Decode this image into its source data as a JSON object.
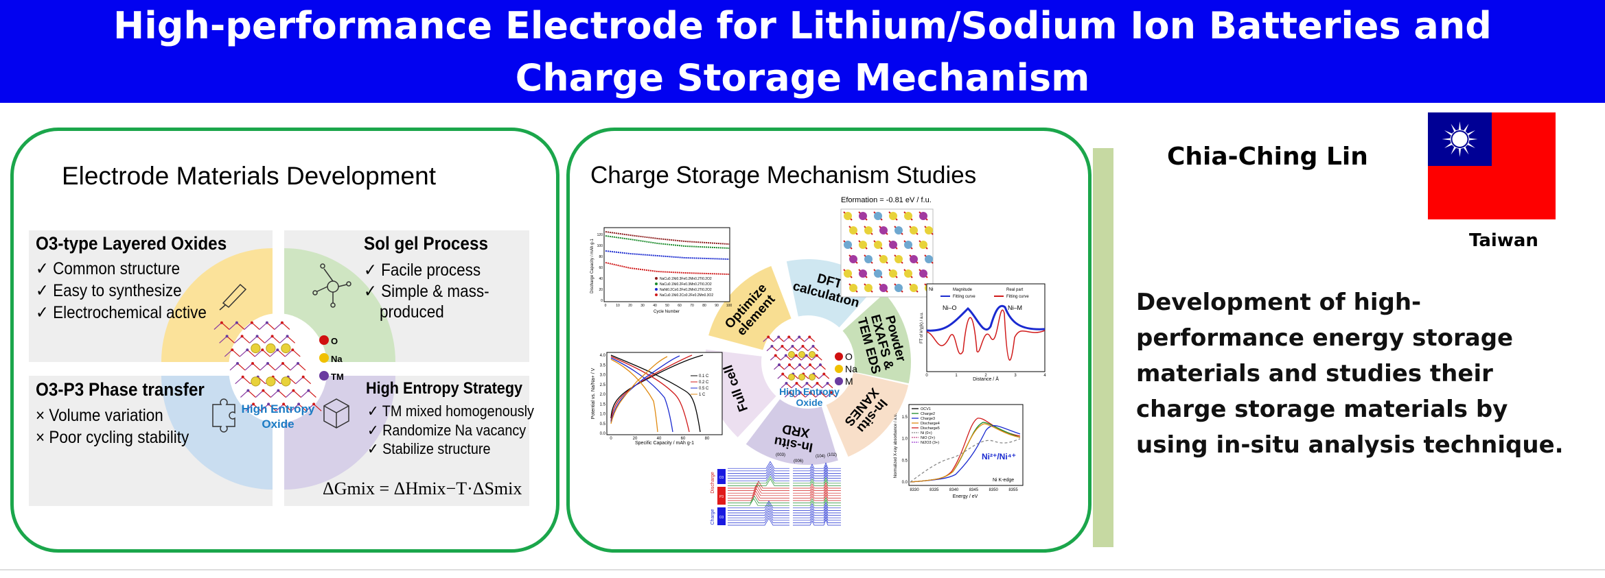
{
  "header": {
    "title_line1": "High-performance Electrode for Lithium/Sodium Ion Batteries and",
    "title_line2": "Charge Storage Mechanism"
  },
  "panel1": {
    "title": "Electrode Materials Development",
    "q_tl": {
      "heading": "O3-type Layered Oxides",
      "items": [
        "✓ Common structure",
        "✓ Easy to synthesize",
        "✓ Electrochemical active"
      ]
    },
    "q_tr": {
      "heading": "Sol gel Process",
      "items": [
        "✓ Facile process",
        "✓ Simple & mass-",
        "produced"
      ]
    },
    "q_bl": {
      "heading": "O3-P3 Phase transfer",
      "items": [
        "× Volume variation",
        "× Poor cycling stability"
      ]
    },
    "q_br": {
      "heading": "High Entropy Strategy",
      "items": [
        "✓ TM mixed homogenously",
        "✓ Randomize Na vacancy",
        "✓ Stabilize structure"
      ]
    },
    "legend": [
      "O",
      "Na",
      "TM"
    ],
    "center_label": [
      "High Entropy",
      "Oxide"
    ],
    "equation": "ΔGmix = ΔHmix−T·ΔSmix",
    "colors": {
      "yellow": "#fbe29a",
      "green": "#cfe5c2",
      "blue": "#c9ddf0",
      "purple": "#d7d0e8"
    }
  },
  "panel2": {
    "title": "Charge Storage Mechanism Studies",
    "wheel": [
      {
        "label": [
          "DFT",
          "calculation"
        ],
        "color": "#cfe7f1"
      },
      {
        "label": [
          "Powder",
          "EXAFS &",
          "TEM EDS"
        ],
        "color": "#c8e0b8"
      },
      {
        "label": [
          "In-situ",
          "XANES"
        ],
        "color": "#f8dfc9"
      },
      {
        "label": [
          "In-situ",
          "XRD"
        ],
        "color": "#d3cbe6"
      },
      {
        "label": [
          "Full cell"
        ],
        "color": "#ecdff0"
      },
      {
        "label": [
          "Optimize",
          "element"
        ],
        "color": "#f8de92"
      }
    ],
    "center_legend": [
      "O",
      "Na",
      "M"
    ],
    "center_label": [
      "High Entropy",
      "Oxide"
    ],
    "dft_text": "Eformation = -0.81 eV / f.u.",
    "cycling": {
      "ylabel": "Discharge Capacity / mAh g-1",
      "xlabel": "Cycle Number",
      "yticks": [
        "0",
        "20",
        "40",
        "60",
        "80",
        "100",
        "120"
      ],
      "xticks": [
        "0",
        "10",
        "20",
        "30",
        "40",
        "50",
        "60",
        "70",
        "80",
        "90",
        "100"
      ],
      "legend": [
        "NaCu0.1Ni0.3Fe0.2Mn0.2Ti0.2O2",
        "NaCu0.1Ni0.2Fe0.3Mn0.2Ti0.2O2",
        "NaNi0.2Co0.2Fe0.2Mn0.2Ti0.2O2",
        "NaCu0.1Ni0.2Co0.2Fe0.2Mn0.3O2"
      ]
    },
    "voltage": {
      "ylabel": "Potential vs. Na/Na+ / V",
      "xlabel": "Specific Capacity / mAh g-1",
      "yticks": [
        "0.0",
        "0.5",
        "1.0",
        "1.5",
        "2.0",
        "2.5",
        "3.0",
        "3.5",
        "4.0"
      ],
      "xticks": [
        "0",
        "20",
        "40",
        "60",
        "80"
      ],
      "legend": [
        "0.1 C",
        "0.2 C",
        "0.5 C",
        "1 C"
      ]
    },
    "exafs": {
      "element": "Ni",
      "legend": [
        "Magnitude",
        "Real part",
        "Fitting curve",
        "Fitting curve"
      ],
      "peaks": [
        "Ni–O",
        "Ni–M"
      ],
      "xlabel": "Distance / Å",
      "ylabel": "FT of k²χ(k) / a.u.",
      "xticks": [
        "0",
        "1",
        "2",
        "3",
        "4"
      ]
    },
    "xrd": {
      "peaks": [
        "(003)",
        "(006)",
        "(104)",
        "(102)"
      ],
      "sides": [
        "Discharge",
        "Charge"
      ],
      "phases": [
        "O3",
        "P3",
        "O3"
      ]
    },
    "xanes": {
      "legend": [
        "OCV1",
        "Charge2",
        "Charge3",
        "Discharge4",
        "Discharge5",
        "Ni (0+)",
        "NiO (2+)",
        "Ni2O3 (3+)"
      ],
      "annot": "Ni²⁺/Ni⁴⁺",
      "edge": "Ni  K-edge",
      "xlabel": "Energy / eV",
      "ylabel": "Normalized X-ray absorbance / a.u.",
      "xticks": [
        "8330",
        "8335",
        "8340",
        "8345",
        "8350",
        "8355"
      ],
      "yticks": [
        "0.0",
        "0.5",
        "1.0",
        "1.5"
      ]
    }
  },
  "profile": {
    "name": "Chia-Ching Lin",
    "country": "Taiwan",
    "description": [
      "Development of high-",
      "performance energy storage",
      "materials and studies their",
      "charge storage materials by",
      "using in-situ analysis technique."
    ]
  }
}
